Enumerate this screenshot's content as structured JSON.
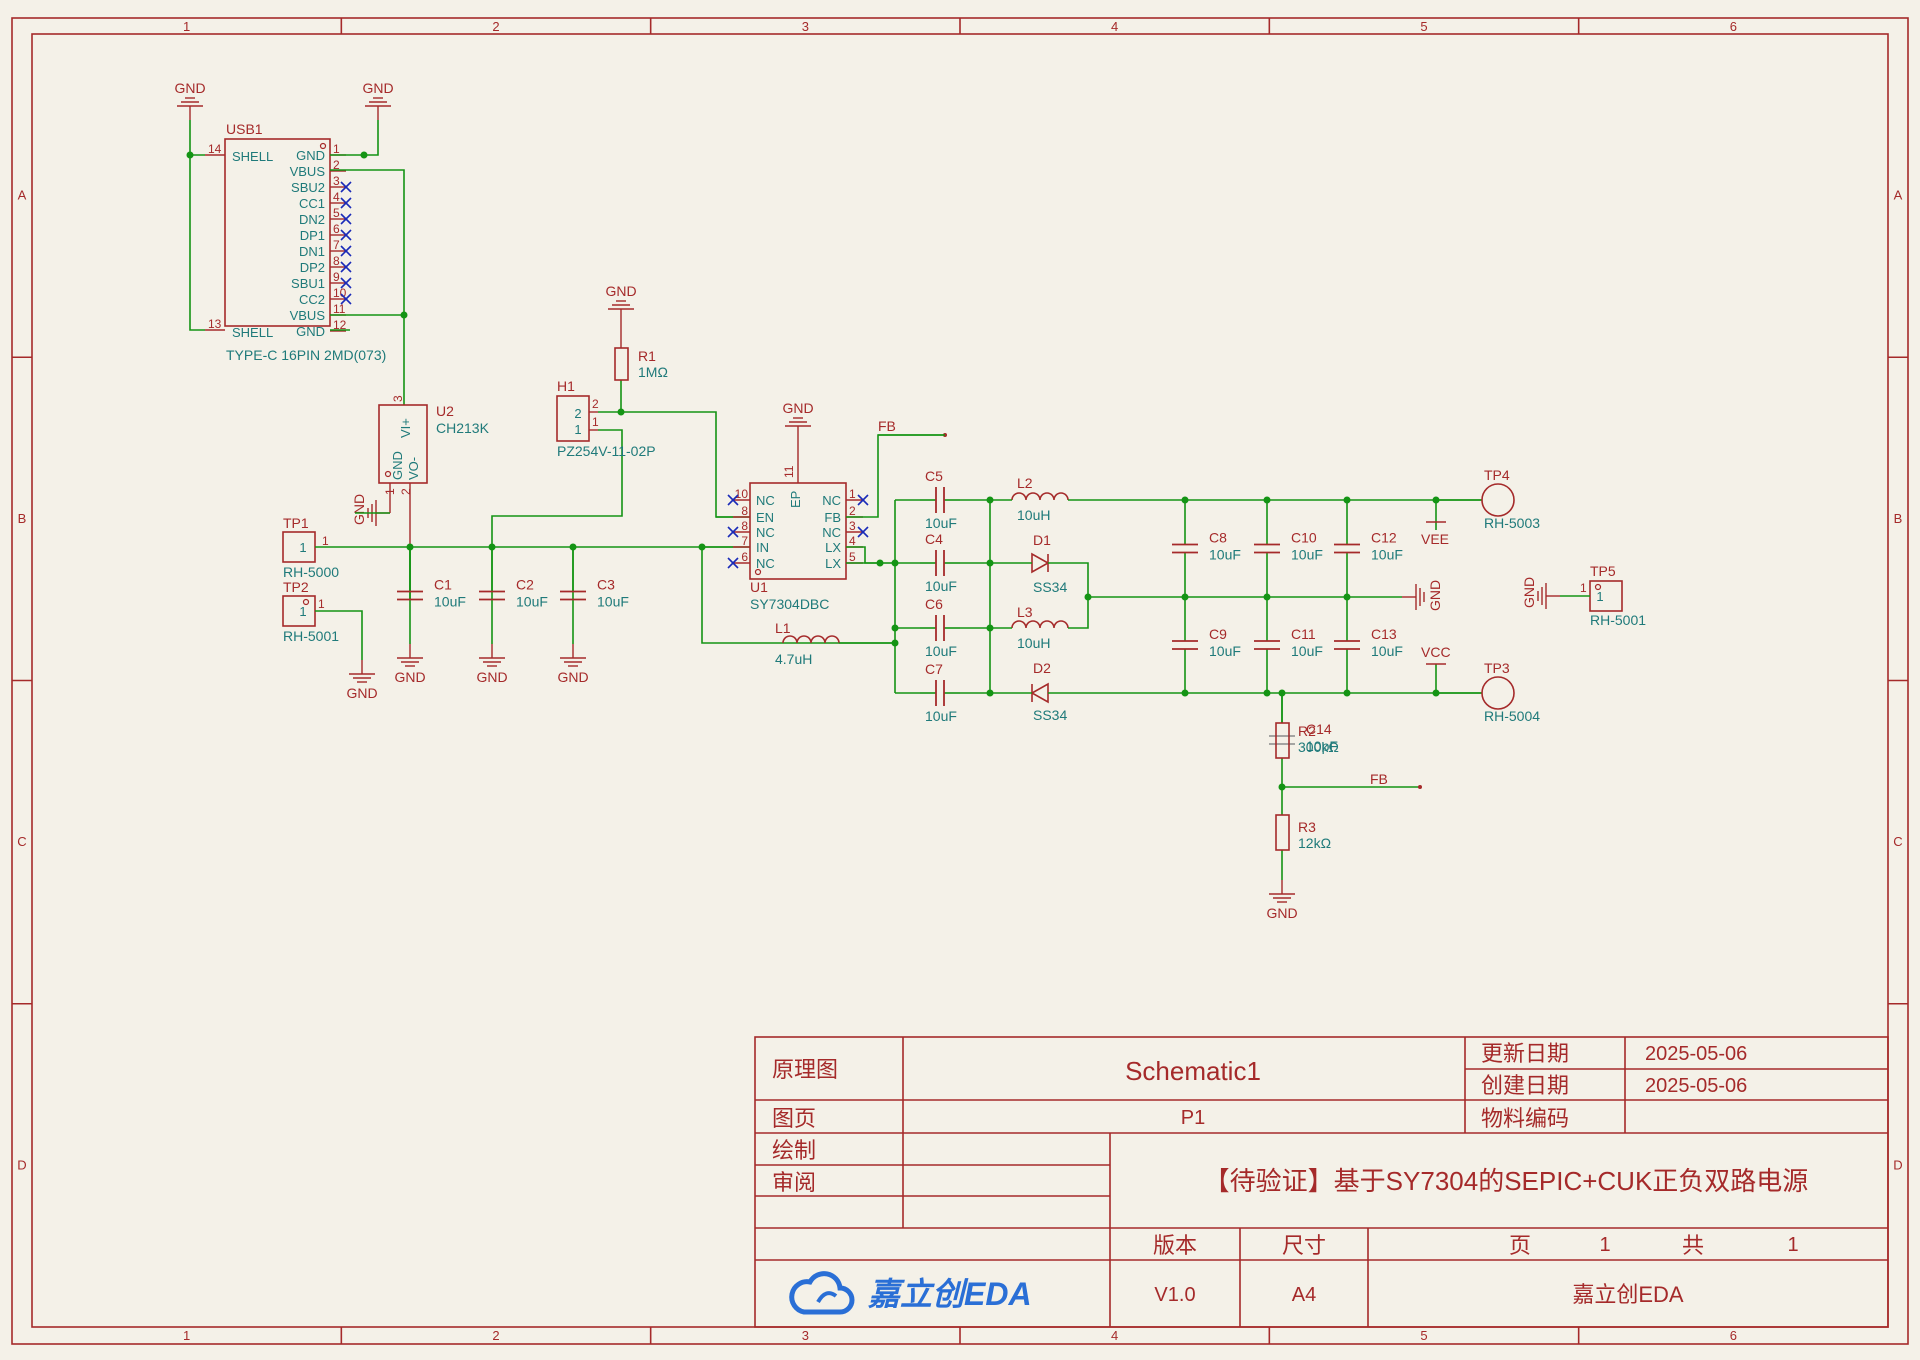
{
  "zones": {
    "columns": [
      "1",
      "2",
      "3",
      "4",
      "5",
      "6"
    ],
    "rows": [
      "A",
      "B",
      "C",
      "D"
    ]
  },
  "components": {
    "usb1": {
      "ref": "USB1",
      "value": "TYPE-C 16PIN 2MD(073)",
      "pins_left": [
        {
          "num": "14",
          "name": "SHELL"
        },
        {
          "num": "13",
          "name": "SHELL"
        }
      ],
      "pins_right": [
        {
          "num": "1",
          "name": "GND"
        },
        {
          "num": "2",
          "name": "VBUS"
        },
        {
          "num": "3",
          "name": "SBU2"
        },
        {
          "num": "4",
          "name": "CC1"
        },
        {
          "num": "5",
          "name": "DN2"
        },
        {
          "num": "6",
          "name": "DP1"
        },
        {
          "num": "7",
          "name": "DN1"
        },
        {
          "num": "8",
          "name": "DP2"
        },
        {
          "num": "9",
          "name": "SBU1"
        },
        {
          "num": "10",
          "name": "CC2"
        },
        {
          "num": "11",
          "name": "VBUS"
        },
        {
          "num": "12",
          "name": "GND"
        }
      ]
    },
    "u2": {
      "ref": "U2",
      "value": "CH213K",
      "pin_vi": "VI+",
      "pin_gnd": "GND",
      "pin_vo": "VO-",
      "pin1": "1",
      "pin2": "2",
      "pin3": "3"
    },
    "h1": {
      "ref": "H1",
      "value": "PZ254V-11-02P",
      "pin1": "1",
      "pin2": "2"
    },
    "r1": {
      "ref": "R1",
      "value": "1MΩ"
    },
    "u1": {
      "ref": "U1",
      "value": "SY7304DBC",
      "left": [
        {
          "num": "10",
          "name": "NC"
        },
        {
          "num": "8",
          "name": "EN"
        },
        {
          "num": "8",
          "name": "NC"
        },
        {
          "num": "7",
          "name": "IN"
        },
        {
          "num": "6",
          "name": "NC"
        }
      ],
      "right": [
        {
          "num": "1",
          "name": "NC"
        },
        {
          "num": "2",
          "name": "FB"
        },
        {
          "num": "3",
          "name": "NC"
        },
        {
          "num": "4",
          "name": "LX"
        },
        {
          "num": "5",
          "name": "LX"
        }
      ],
      "ep_name": "EP",
      "ep_num": "11"
    },
    "tp1": {
      "ref": "TP1",
      "value": "RH-5000",
      "pin": "1"
    },
    "tp2": {
      "ref": "TP2",
      "value": "RH-5001",
      "pin": "1"
    },
    "tp3": {
      "ref": "TP3",
      "value": "RH-5004"
    },
    "tp4": {
      "ref": "TP4",
      "value": "RH-5003"
    },
    "tp5": {
      "ref": "TP5",
      "value": "RH-5001",
      "pin": "1"
    },
    "c1": {
      "ref": "C1",
      "value": "10uF"
    },
    "c2": {
      "ref": "C2",
      "value": "10uF"
    },
    "c3": {
      "ref": "C3",
      "value": "10uF"
    },
    "c4": {
      "ref": "C4",
      "value": "10uF"
    },
    "c5": {
      "ref": "C5",
      "value": "10uF"
    },
    "c6": {
      "ref": "C6",
      "value": "10uF"
    },
    "c7": {
      "ref": "C7",
      "value": "10uF"
    },
    "c8": {
      "ref": "C8",
      "value": "10uF"
    },
    "c9": {
      "ref": "C9",
      "value": "10uF"
    },
    "c10": {
      "ref": "C10",
      "value": "10uF"
    },
    "c11": {
      "ref": "C11",
      "value": "10uF"
    },
    "c12": {
      "ref": "C12",
      "value": "10uF"
    },
    "c13": {
      "ref": "C13",
      "value": "10uF"
    },
    "c14": {
      "ref": "C14",
      "value": "10pF"
    },
    "l1": {
      "ref": "L1",
      "value": "4.7uH"
    },
    "l2": {
      "ref": "L2",
      "value": "10uH"
    },
    "l3": {
      "ref": "L3",
      "value": "10uH"
    },
    "d1": {
      "ref": "D1",
      "value": "SS34"
    },
    "d2": {
      "ref": "D2",
      "value": "SS34"
    },
    "r2": {
      "ref": "R2",
      "value": "300kΩ"
    },
    "r3": {
      "ref": "R3",
      "value": "12kΩ"
    }
  },
  "nets": {
    "gnd": "GND",
    "fb": "FB",
    "vee": "VEE",
    "vcc": "VCC"
  },
  "title_block": {
    "schematic_label": "原理图",
    "schematic_name": "Schematic1",
    "updated_label": "更新日期",
    "updated_value": "2025-05-06",
    "created_label": "创建日期",
    "created_value": "2025-05-06",
    "page_label": "图页",
    "page_value": "P1",
    "material_label": "物料编码",
    "drawn_label": "绘制",
    "review_label": "审阅",
    "title": "【待验证】基于SY7304的SEPIC+CUK正负双路电源",
    "version_label": "版本",
    "size_label": "尺寸",
    "page_word": "页",
    "page_num": "1",
    "total_word": "共",
    "total_num": "1",
    "logo_text": "嘉立创EDA",
    "version_value": "V1.0",
    "size_value": "A4",
    "company": "嘉立创EDA"
  },
  "colors": {
    "frame": "#a52a2a",
    "wire": "#149414",
    "value_text": "#1f7a7a",
    "noconnect": "#1a2ab8",
    "logo": "#2a6fd6",
    "background": "#f4f1e8"
  }
}
